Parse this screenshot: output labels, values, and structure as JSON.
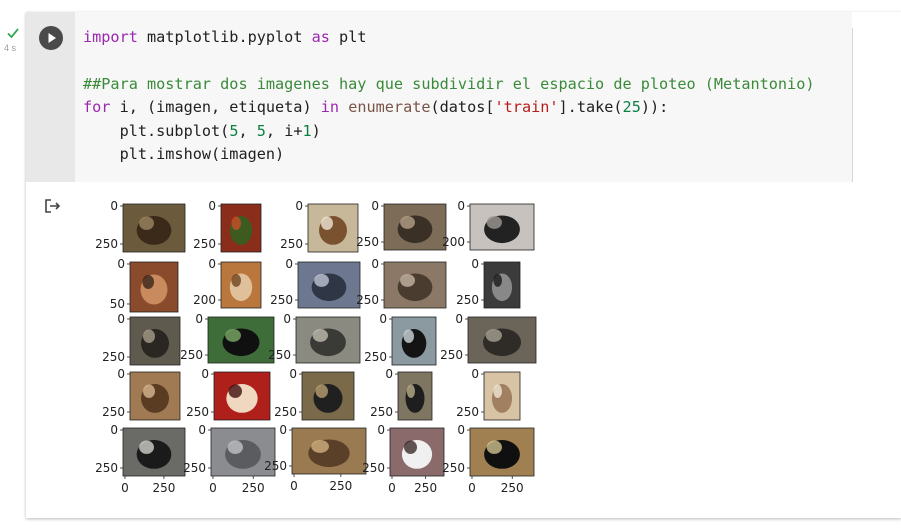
{
  "gutter": {
    "exec_time": "4 s"
  },
  "code_cell": {
    "lines": [
      "import matplotlib.pyplot as plt",
      "",
      "##Para mostrar dos imagenes hay que subdividir el espacio de ploteo (Metantonio)",
      "for i, (imagen, etiqueta) in enumerate(datos['train'].take(25)):",
      "    plt.subplot(5, 5, i+1)",
      "    plt.imshow(imagen)"
    ]
  },
  "output": {
    "panels": [
      {
        "y_ticks": [
          "0",
          "250"
        ],
        "x_ticks": []
      },
      {
        "y_ticks": [
          "0",
          "250"
        ],
        "x_ticks": []
      },
      {
        "y_ticks": [
          "0",
          "250"
        ],
        "x_ticks": []
      },
      {
        "y_ticks": [
          "0",
          "250"
        ],
        "x_ticks": []
      },
      {
        "y_ticks": [
          "0",
          "200"
        ],
        "x_ticks": []
      },
      {
        "y_ticks": [
          "0",
          "50"
        ],
        "x_ticks": []
      },
      {
        "y_ticks": [
          "0",
          "200"
        ],
        "x_ticks": []
      },
      {
        "y_ticks": [
          "0",
          "250"
        ],
        "x_ticks": []
      },
      {
        "y_ticks": [
          "0",
          "250"
        ],
        "x_ticks": []
      },
      {
        "y_ticks": [
          "0",
          "250"
        ],
        "x_ticks": []
      },
      {
        "y_ticks": [
          "0",
          "250"
        ],
        "x_ticks": []
      },
      {
        "y_ticks": [
          "0",
          "250"
        ],
        "x_ticks": []
      },
      {
        "y_ticks": [
          "0",
          "250"
        ],
        "x_ticks": []
      },
      {
        "y_ticks": [
          "0",
          "250"
        ],
        "x_ticks": []
      },
      {
        "y_ticks": [
          "0",
          "250"
        ],
        "x_ticks": []
      },
      {
        "y_ticks": [
          "0",
          "250"
        ],
        "x_ticks": []
      },
      {
        "y_ticks": [
          "0",
          "250"
        ],
        "x_ticks": []
      },
      {
        "y_ticks": [
          "0",
          "250"
        ],
        "x_ticks": []
      },
      {
        "y_ticks": [
          "0",
          "250"
        ],
        "x_ticks": []
      },
      {
        "y_ticks": [
          "0",
          "250"
        ],
        "x_ticks": []
      },
      {
        "y_ticks": [
          "0",
          "250"
        ],
        "x_ticks": [
          "0",
          "250"
        ]
      },
      {
        "y_ticks": [
          "0",
          "250"
        ],
        "x_ticks": [
          "0",
          "250"
        ]
      },
      {
        "y_ticks": [
          "0",
          "250"
        ],
        "x_ticks": [
          "0",
          "250"
        ]
      },
      {
        "y_ticks": [
          "0",
          "250"
        ],
        "x_ticks": [
          "0",
          "250"
        ]
      },
      {
        "y_ticks": [
          "0",
          "250"
        ],
        "x_ticks": [
          "0",
          "250"
        ]
      }
    ],
    "colors": {
      "run_button": "#4a4a4a",
      "success_check": "#34a853",
      "keyword": "#9c27b0",
      "builtin": "#1565c0",
      "comment": "#3a8a3a",
      "string": "#b71c1c",
      "number": "#0b8043"
    }
  }
}
